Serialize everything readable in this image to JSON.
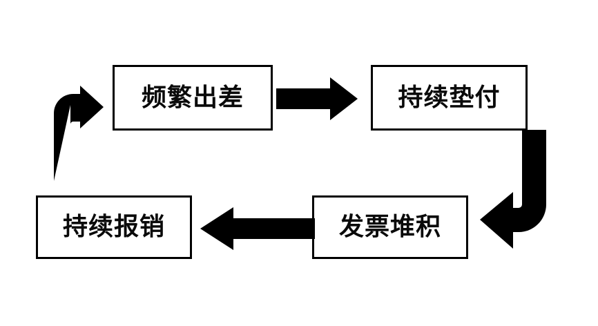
{
  "diagram": {
    "type": "cycle-flowchart",
    "title": "",
    "background_color": "#ffffff",
    "stroke_color": "#000000",
    "text_color": "#0a0a0a",
    "nodes": [
      {
        "id": "travel",
        "label": "频繁出差",
        "position": "top-left"
      },
      {
        "id": "advance",
        "label": "持续垫付",
        "position": "top-right"
      },
      {
        "id": "invoice",
        "label": "发票堆积",
        "position": "bottom-right"
      },
      {
        "id": "reimburse",
        "label": "持续报销",
        "position": "bottom-left"
      }
    ],
    "arrows": [
      {
        "id": "travel-to-advance",
        "from": "travel",
        "to": "advance",
        "direction": "right",
        "shape": "straight",
        "icon": "arrow-right-icon"
      },
      {
        "id": "advance-to-invoice",
        "from": "advance",
        "to": "invoice",
        "direction": "down-then-left",
        "shape": "elbow",
        "icon": "arrow-elbow-down-left-icon"
      },
      {
        "id": "invoice-to-reimburse",
        "from": "invoice",
        "to": "reimburse",
        "direction": "left",
        "shape": "straight",
        "icon": "arrow-left-icon"
      },
      {
        "id": "reimburse-to-travel",
        "from": "reimburse",
        "to": "travel",
        "direction": "up-then-right",
        "shape": "elbow",
        "icon": "arrow-elbow-up-right-icon"
      }
    ]
  }
}
